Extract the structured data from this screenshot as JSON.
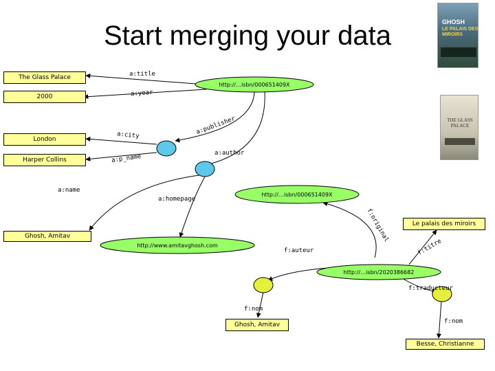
{
  "title": "Start merging your data",
  "literals": {
    "glass_palace": "The Glass Palace",
    "year_2000": "2000",
    "london": "London",
    "harper_collins": "Harper Collins",
    "ghosh_amitav_1": "Ghosh, Amitav",
    "palais": "Le palais des miroirs",
    "ghosh_amitav_2": "Ghosh, Amitav",
    "besse": "Besse, Christianne"
  },
  "resources": {
    "isbn1": "http://…isbn/000651409X",
    "isbn2": "http://…isbn/000651409X",
    "homepage": "http://www.amitavghosh.com",
    "isbn3": "http://…isbn/2020386682"
  },
  "edges": {
    "a_title": "a:title",
    "a_year": "a:year",
    "a_city": "a:city",
    "a_publisher": "a:publisher",
    "a_p_name": "a:p_name",
    "a_author": "a:author",
    "a_name": "a:name",
    "a_homepage": "a:homepage",
    "f_original": "f:original",
    "f_titre": "f:titre",
    "f_auteur": "f:auteur",
    "f_traducteur": "f:traducteur",
    "f_nom_1": "f:nom",
    "f_nom_2": "f:nom"
  },
  "covers": {
    "cover1_author": "GHOSH",
    "cover1_title": "LE PALAIS DES MIROIRS",
    "cover2_title": "THE GLASS PALACE"
  },
  "colors": {
    "literal_fill": "#ffff99",
    "resource_fill": "#99ff66",
    "blank_fill": "#5ec8ea"
  }
}
